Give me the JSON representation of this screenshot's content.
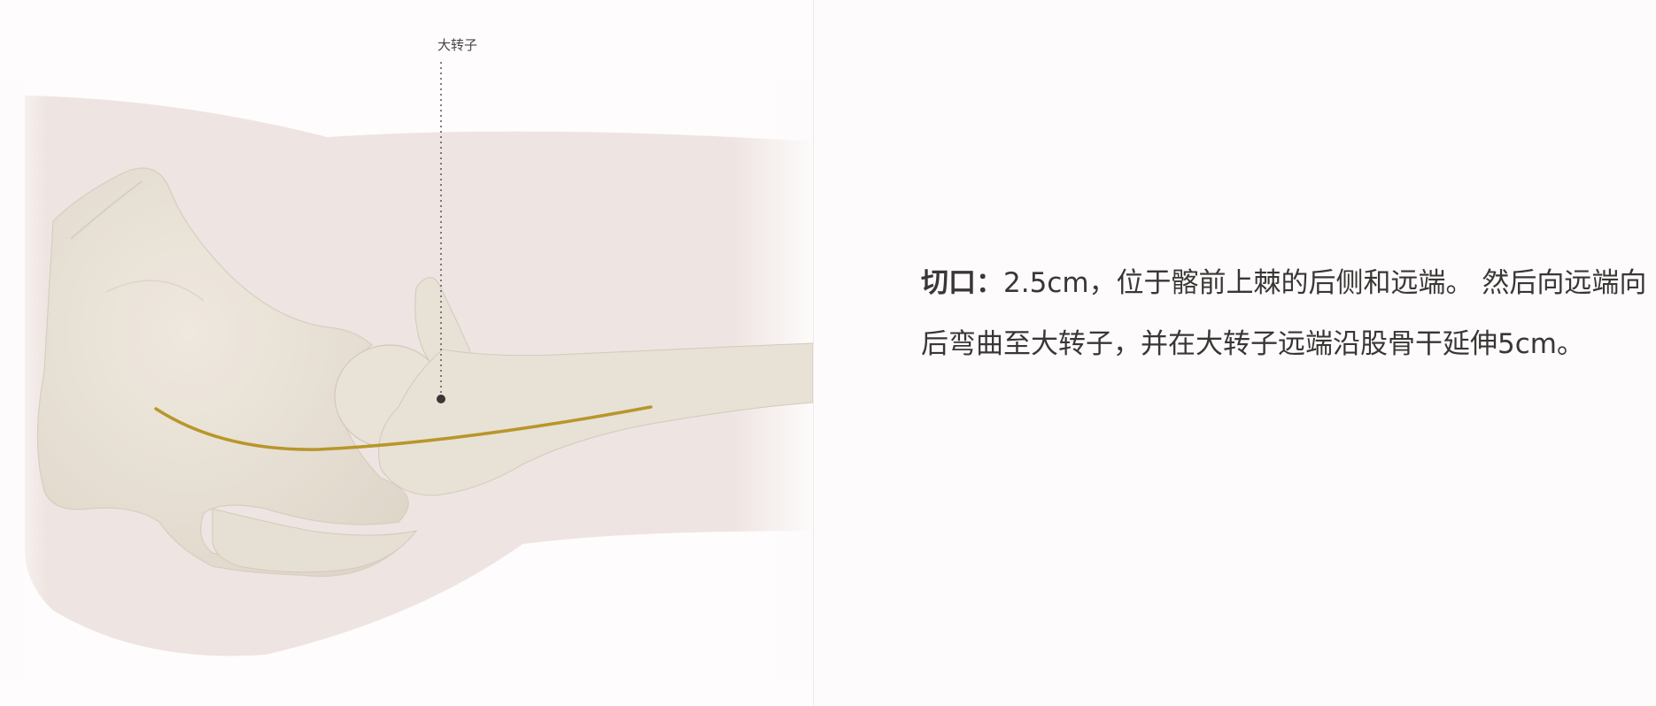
{
  "illustration": {
    "callout_label": "大转子"
  },
  "description": {
    "label": "切口：",
    "text": "2.5cm，位于髂前上棘的后侧和远端。 然后向远端向后弯曲至大转子，并在大转子远端沿股骨干延伸5cm。"
  },
  "colors": {
    "background": "#fdfbfb",
    "skin": "#eee4e1",
    "bone": "#e8e1d6",
    "incision": "#b8962a",
    "text": "#3a3636"
  }
}
